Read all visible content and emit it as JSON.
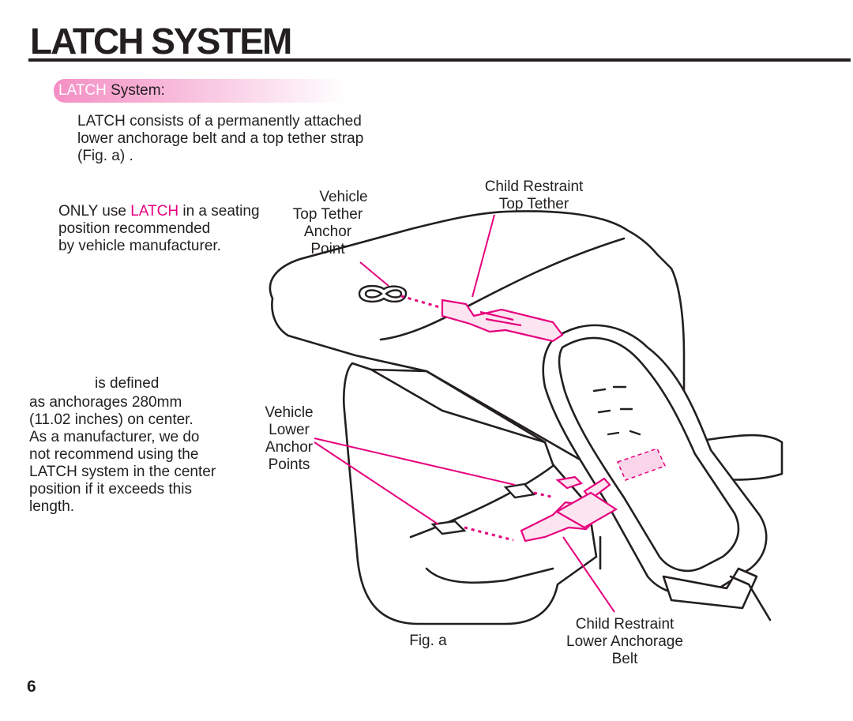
{
  "header": {
    "title": "LATCH SYSTEM"
  },
  "section": {
    "latch_word": "LATCH",
    "rest": " System:"
  },
  "intro": {
    "line1": "LATCH consists of a permanently attached",
    "line2": "lower anchorage belt and a top tether strap",
    "line3": "(Fig. a) ."
  },
  "only_use": {
    "prefix": "ONLY use ",
    "latch_word": "LATCH",
    "suffix": " in a seating",
    "line2": "position recommended",
    "line3": "by vehicle manufacturer."
  },
  "defined": {
    "line1": "is defined",
    "line2": "as anchorages 280mm",
    "line3": "(11.02 inches) on center.",
    "line4": "As a manufacturer, we do",
    "line5": "not recommend using the",
    "line6": "LATCH system in the center",
    "line7": "position if it exceeds this",
    "line8": "length."
  },
  "figure": {
    "top_anchor": [
      "Vehicle",
      "Top Tether",
      "Anchor",
      "Point"
    ],
    "top_tether": [
      "Child Restraint",
      "Top Tether"
    ],
    "lower_points": [
      "Vehicle",
      "Lower",
      "Anchor",
      "Points"
    ],
    "lower_belt": [
      "Child Restraint",
      "Lower Anchorage",
      "Belt"
    ],
    "caption": "Fig. a"
  },
  "footer": {
    "page_number": "6"
  },
  "colors": {
    "accent": "#e6007e",
    "text": "#231f20",
    "tint": "#f7b3d6"
  }
}
